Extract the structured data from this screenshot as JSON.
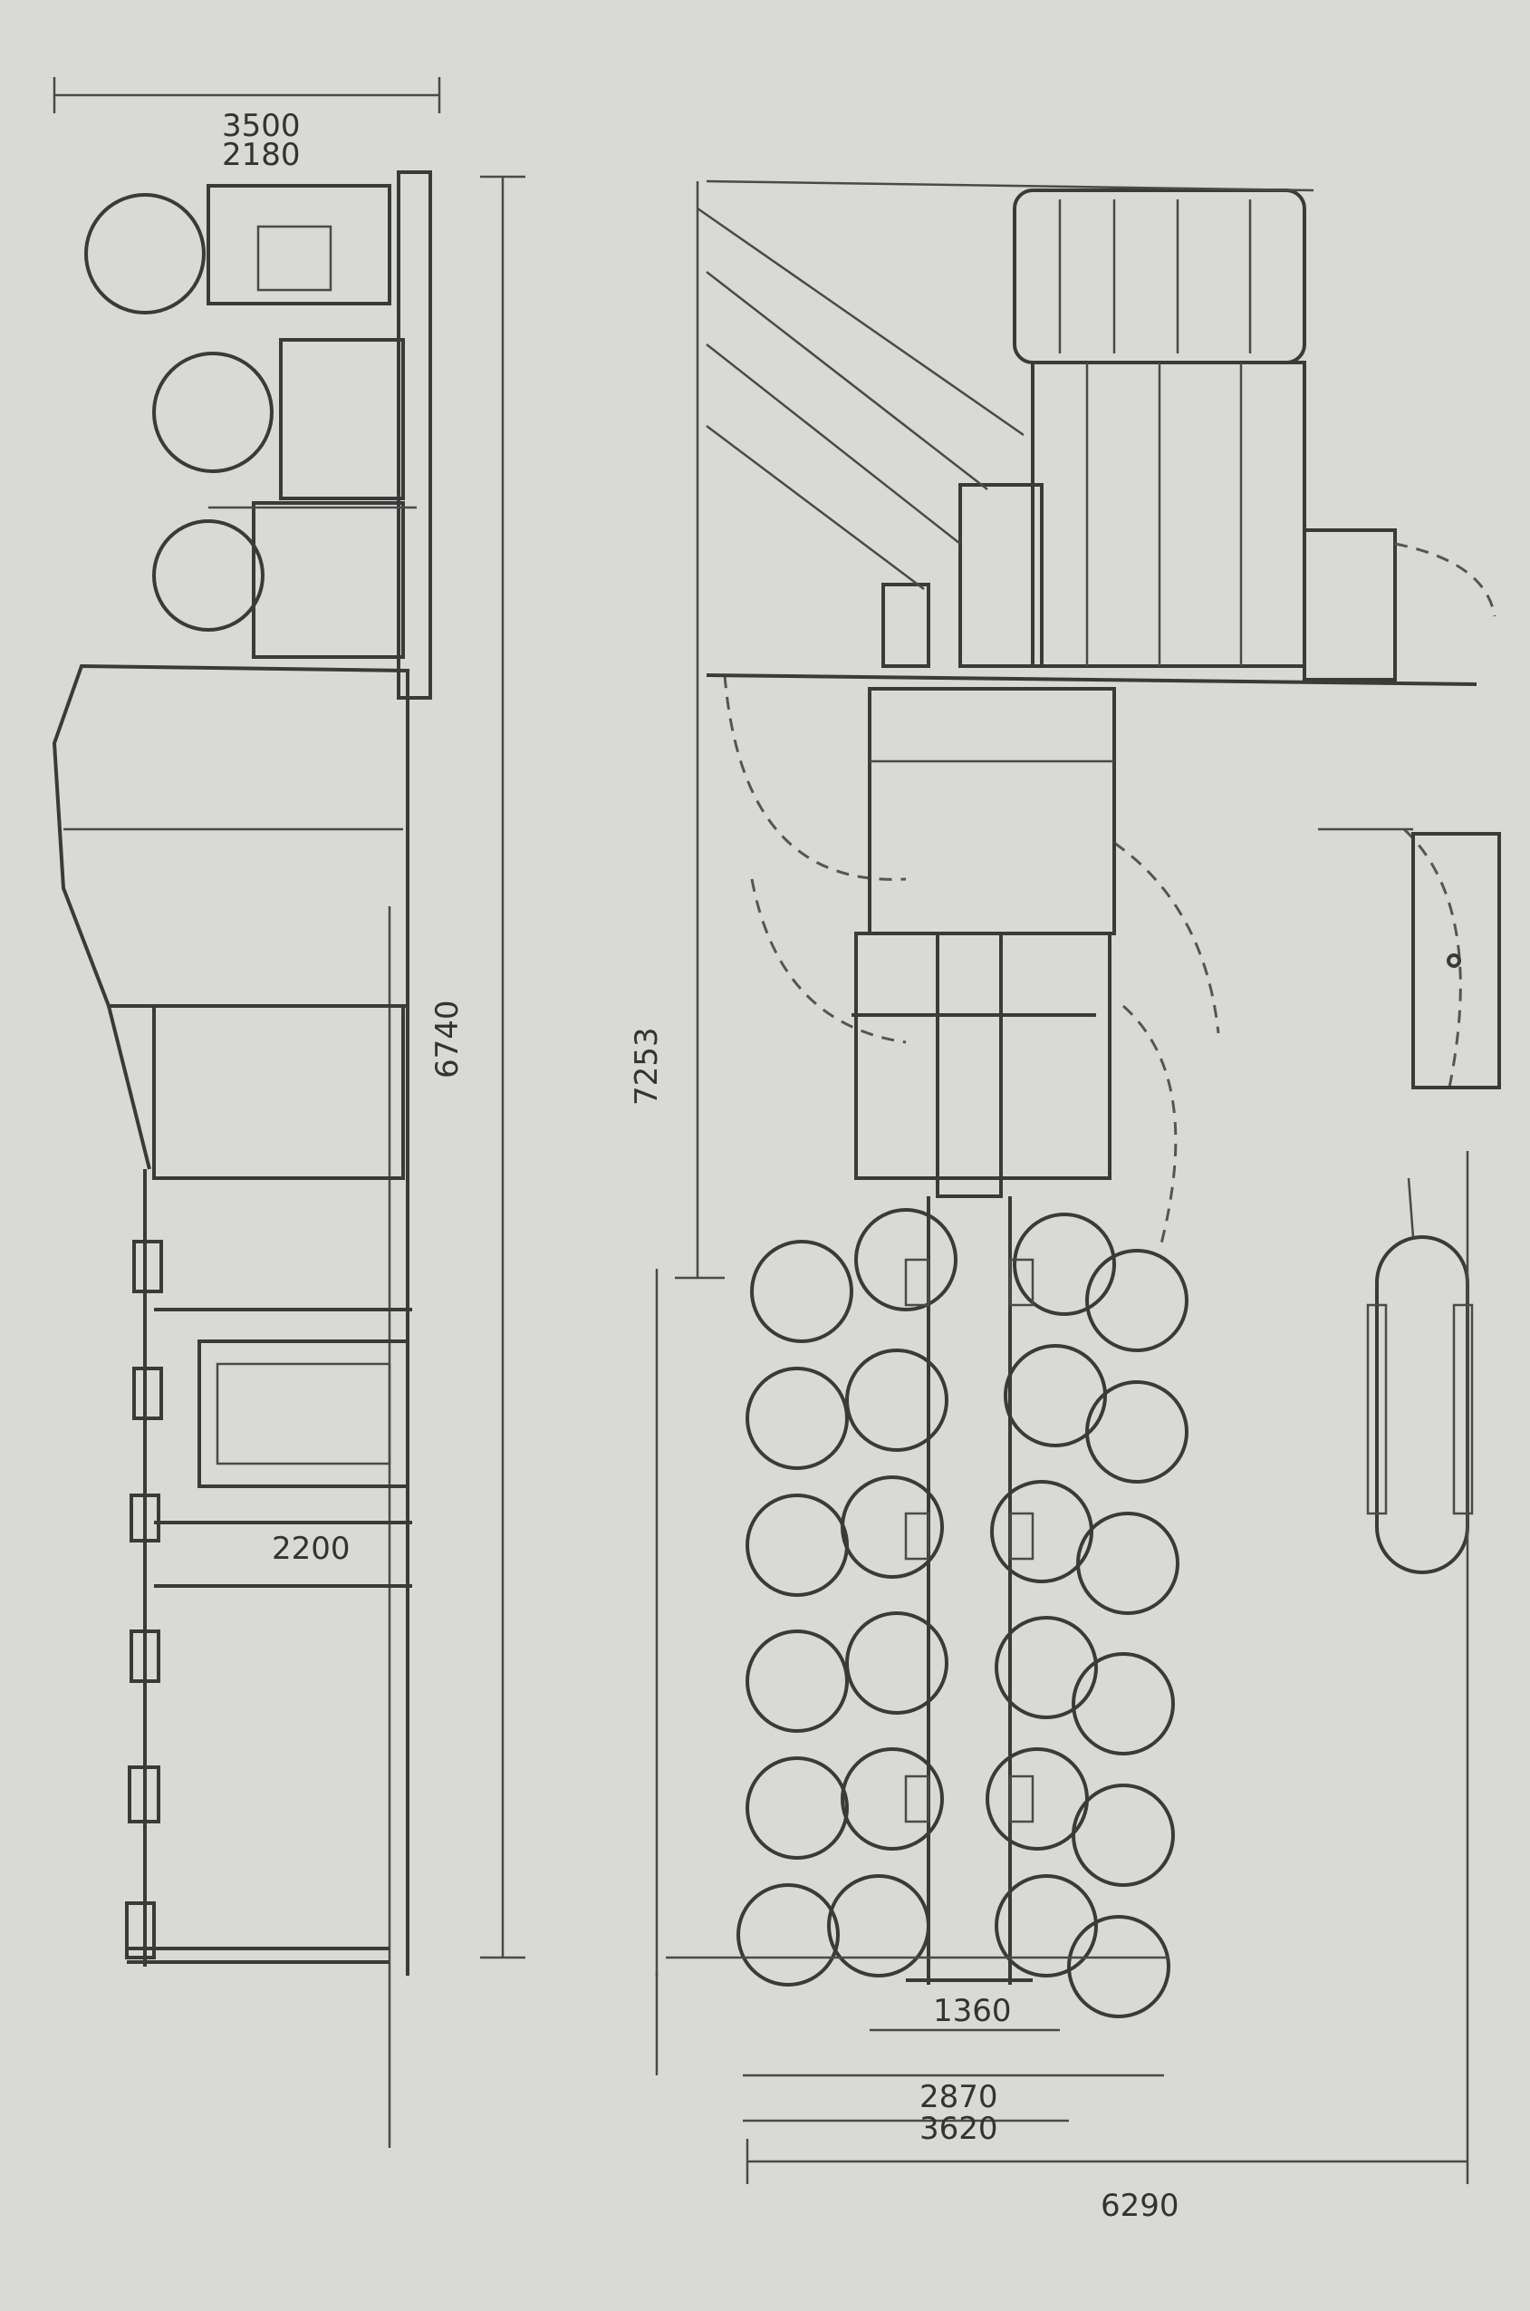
{
  "drawing": {
    "colors": {
      "paper": "#d9d9d5",
      "ink": "#3a3a3a"
    },
    "left_view": {
      "dimensions": {
        "top_width": "3500",
        "top_sub": "2180",
        "overall_length": "6740",
        "mid_width": "2200"
      }
    },
    "right_view": {
      "dimensions": {
        "overall_length": "7253",
        "bottom_inner": "1360",
        "bottom_mid": "2870",
        "bottom_outer": "3620",
        "total_width": "6290"
      }
    }
  }
}
